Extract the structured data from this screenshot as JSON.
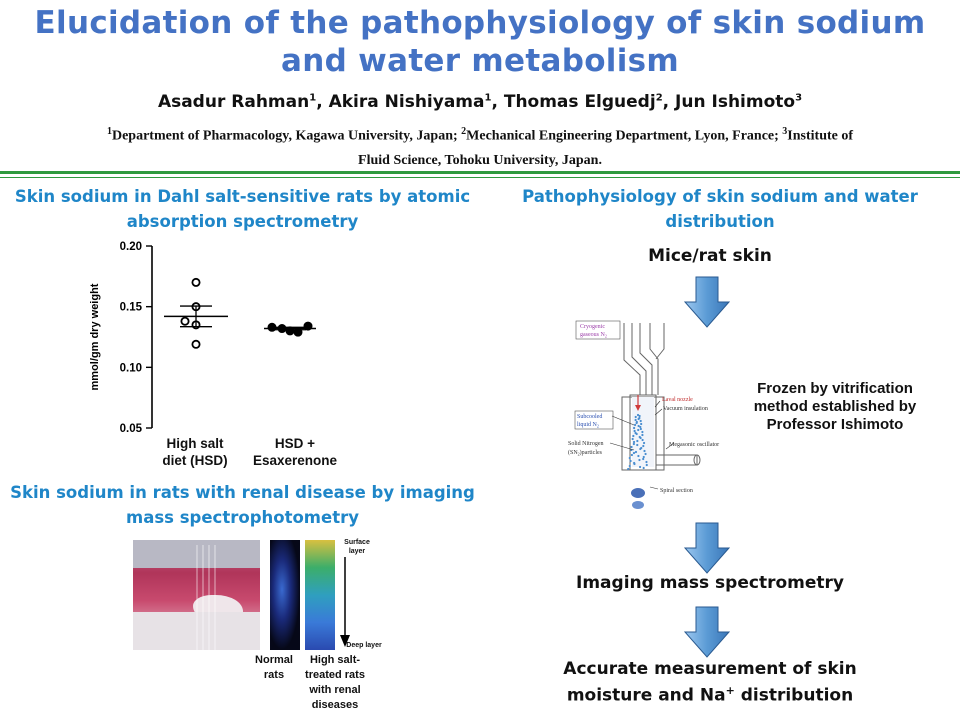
{
  "header": {
    "title_line1": "Elucidation of the pathophysiology of skin sodium",
    "title_line2": "and water metabolism",
    "authors": [
      {
        "name": "Asadur Rahman",
        "aff": "1",
        "sep": ", "
      },
      {
        "name": "Akira Nishiyama",
        "aff": "1",
        "sep": ", "
      },
      {
        "name": "Thomas Elguedj",
        "aff": "2",
        "sep": ", "
      },
      {
        "name": "Jun Ishimoto",
        "aff": "3",
        "sep": ""
      }
    ],
    "affiliations": [
      {
        "num": "1",
        "text": "Department of Pharmacology,  Kagawa University, Japan; "
      },
      {
        "num": "2",
        "text": "Mechanical Engineering  Department,  Lyon, France; "
      },
      {
        "num": "3",
        "text": "Institute of Fluid Science, Tohoku University, Japan."
      }
    ]
  },
  "left": {
    "section1_title_line1": "Skin sodium in Dahl salt-sensitive rats by atomic",
    "section1_title_line2": "absorption  spectrometry",
    "section2_title_line1": "Skin sodium in rats with renal disease by imaging",
    "section2_title_line2": "mass spectrophotometry",
    "imaging": {
      "label_normal_1": "Normal",
      "label_normal_2": "rats",
      "label_hs_1": "High salt-",
      "label_hs_2": "treated rats",
      "label_hs_3": "with renal",
      "label_hs_4": "diseases",
      "surface_1": "Surface",
      "surface_2": "layer",
      "deep": "Deep layer"
    }
  },
  "chart_data": {
    "type": "scatter",
    "ylabel": "mmol/gm dry weight",
    "ylim": [
      0.05,
      0.2
    ],
    "yticks": [
      "0.05",
      "0.10",
      "0.15",
      "0.20"
    ],
    "categories": [
      "High salt diet (HSD)",
      "HSD + Esaxerenone"
    ],
    "category_lines": [
      [
        "High salt",
        "diet (HSD)"
      ],
      [
        "HSD +",
        "Esaxerenone"
      ]
    ],
    "series": [
      {
        "points": [
          0.17,
          0.15,
          0.138,
          0.135,
          0.119
        ],
        "mean": 0.142,
        "sem": 0.0085,
        "marker": "open-circle"
      },
      {
        "points": [
          0.133,
          0.132,
          0.13,
          0.129,
          0.134
        ],
        "mean": 0.132,
        "sem": 0.001,
        "marker": "filled-circle"
      }
    ]
  },
  "right": {
    "title_line1": "Pathophysiology  of skin sodium and water",
    "title_line2": "distribution",
    "step1": "Mice/rat skin",
    "frozen_line1": "Frozen by vitrification",
    "frozen_line2": "method established by",
    "frozen_line3": "Professor Ishimoto",
    "step2": "Imaging mass spectrometry",
    "step3_line1": "Accurate measurement of skin",
    "step3_line2_pre": "moisture and Na",
    "step3_line2_sup": "+",
    "step3_line2_post": " distribution",
    "diagram": {
      "cryogenic": "Cryogenic",
      "gaseous": "gaseous N",
      "gaseous_sub": "2",
      "laval": "Laval nozzle",
      "vacuum": "Vacuum insulation",
      "subcooled": "Subcooled",
      "liquid": "liquid N",
      "liquid_sub": "2",
      "solid": "Solid Nitrogen",
      "particles": "(SN",
      "particles_sub": "2",
      "particles_post": ")particles",
      "megasonic": "Megasonic oscillator",
      "spiral": "Spiral section"
    }
  },
  "colors": {
    "title": "#4472C4",
    "section": "#1f86c8",
    "rule": "#2e9a3e",
    "arrow": "#5b9bd5"
  }
}
